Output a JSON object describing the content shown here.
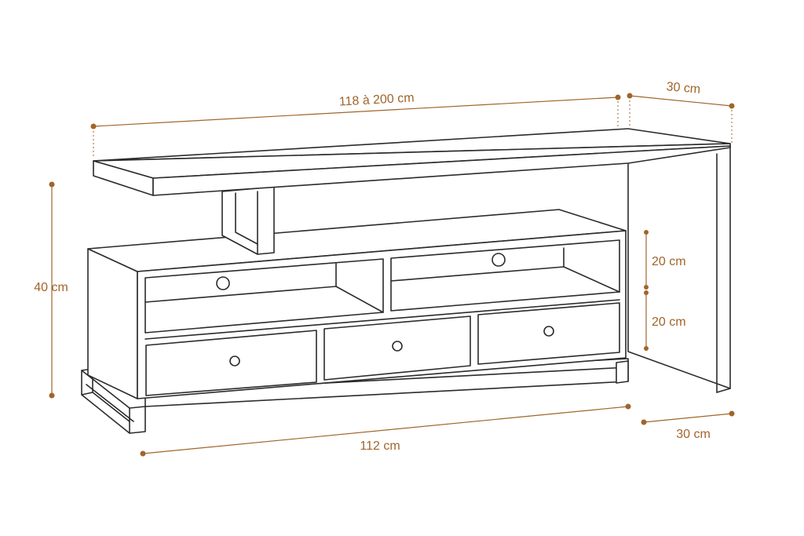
{
  "labels": {
    "top_width": "118 à 200 cm",
    "top_depth": "30 cm",
    "height": "40 cm",
    "shelf_upper": "20 cm",
    "shelf_lower": "20 cm",
    "base_width": "112 cm",
    "base_depth": "30 cm"
  },
  "colors": {
    "line": "#2b2b2b",
    "dimension": "#a0652a",
    "text": "#a0652a",
    "background": "#ffffff"
  }
}
